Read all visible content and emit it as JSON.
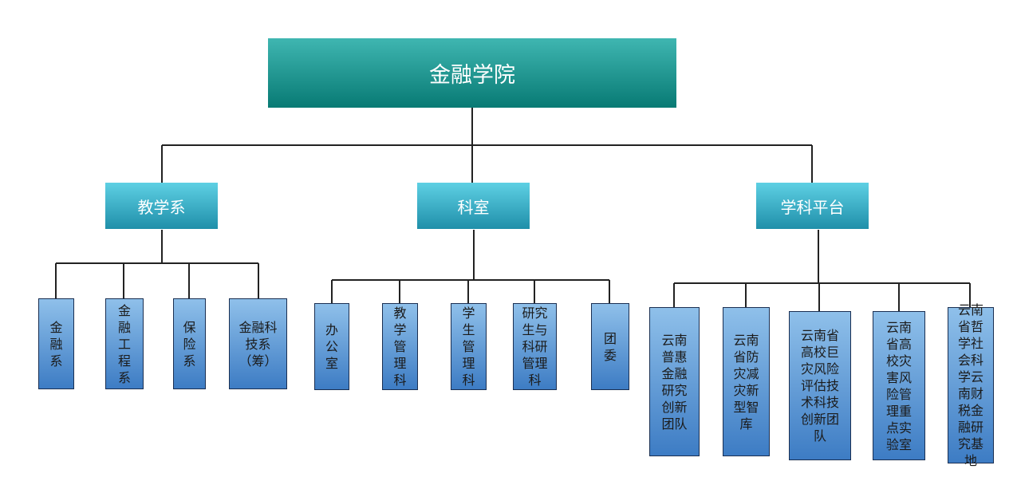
{
  "root": "金融学院",
  "departments": [
    {
      "label": "教学系",
      "units": [
        {
          "lines": [
            "金",
            "融",
            "系"
          ]
        },
        {
          "lines": [
            "金",
            "融",
            "工",
            "程",
            "系"
          ]
        },
        {
          "lines": [
            "保",
            "险",
            "系"
          ]
        },
        {
          "lines": [
            "金融科",
            "技系",
            "（筹）"
          ]
        }
      ]
    },
    {
      "label": "科室",
      "units": [
        {
          "lines": [
            "办",
            "公",
            "室"
          ]
        },
        {
          "lines": [
            "教",
            "学",
            "管",
            "理",
            "科"
          ]
        },
        {
          "lines": [
            "学",
            "生",
            "管",
            "理",
            "科"
          ]
        },
        {
          "lines": [
            "研究",
            "生与",
            "科研",
            "管理",
            "科"
          ]
        },
        {
          "lines": [
            "团",
            "委"
          ]
        }
      ]
    },
    {
      "label": "学科平台",
      "units": [
        {
          "lines": [
            "云南",
            "普惠",
            "金融",
            "研究",
            "创新",
            "团队"
          ]
        },
        {
          "lines": [
            "云南",
            "省防",
            "灾减",
            "灾新",
            "型智",
            "库"
          ]
        },
        {
          "lines": [
            "云南省",
            "高校巨",
            "灾风险",
            "评估技",
            "术科技",
            "创新团",
            "队"
          ]
        },
        {
          "lines": [
            "云南",
            "省高",
            "校灾",
            "害风",
            "险管",
            "理重",
            "点实",
            "验室"
          ]
        },
        {
          "lines": [
            "云南",
            "省哲",
            "学社",
            "会科",
            "学云",
            "南财",
            "税金",
            "融研",
            "究基",
            "地"
          ]
        }
      ]
    }
  ]
}
